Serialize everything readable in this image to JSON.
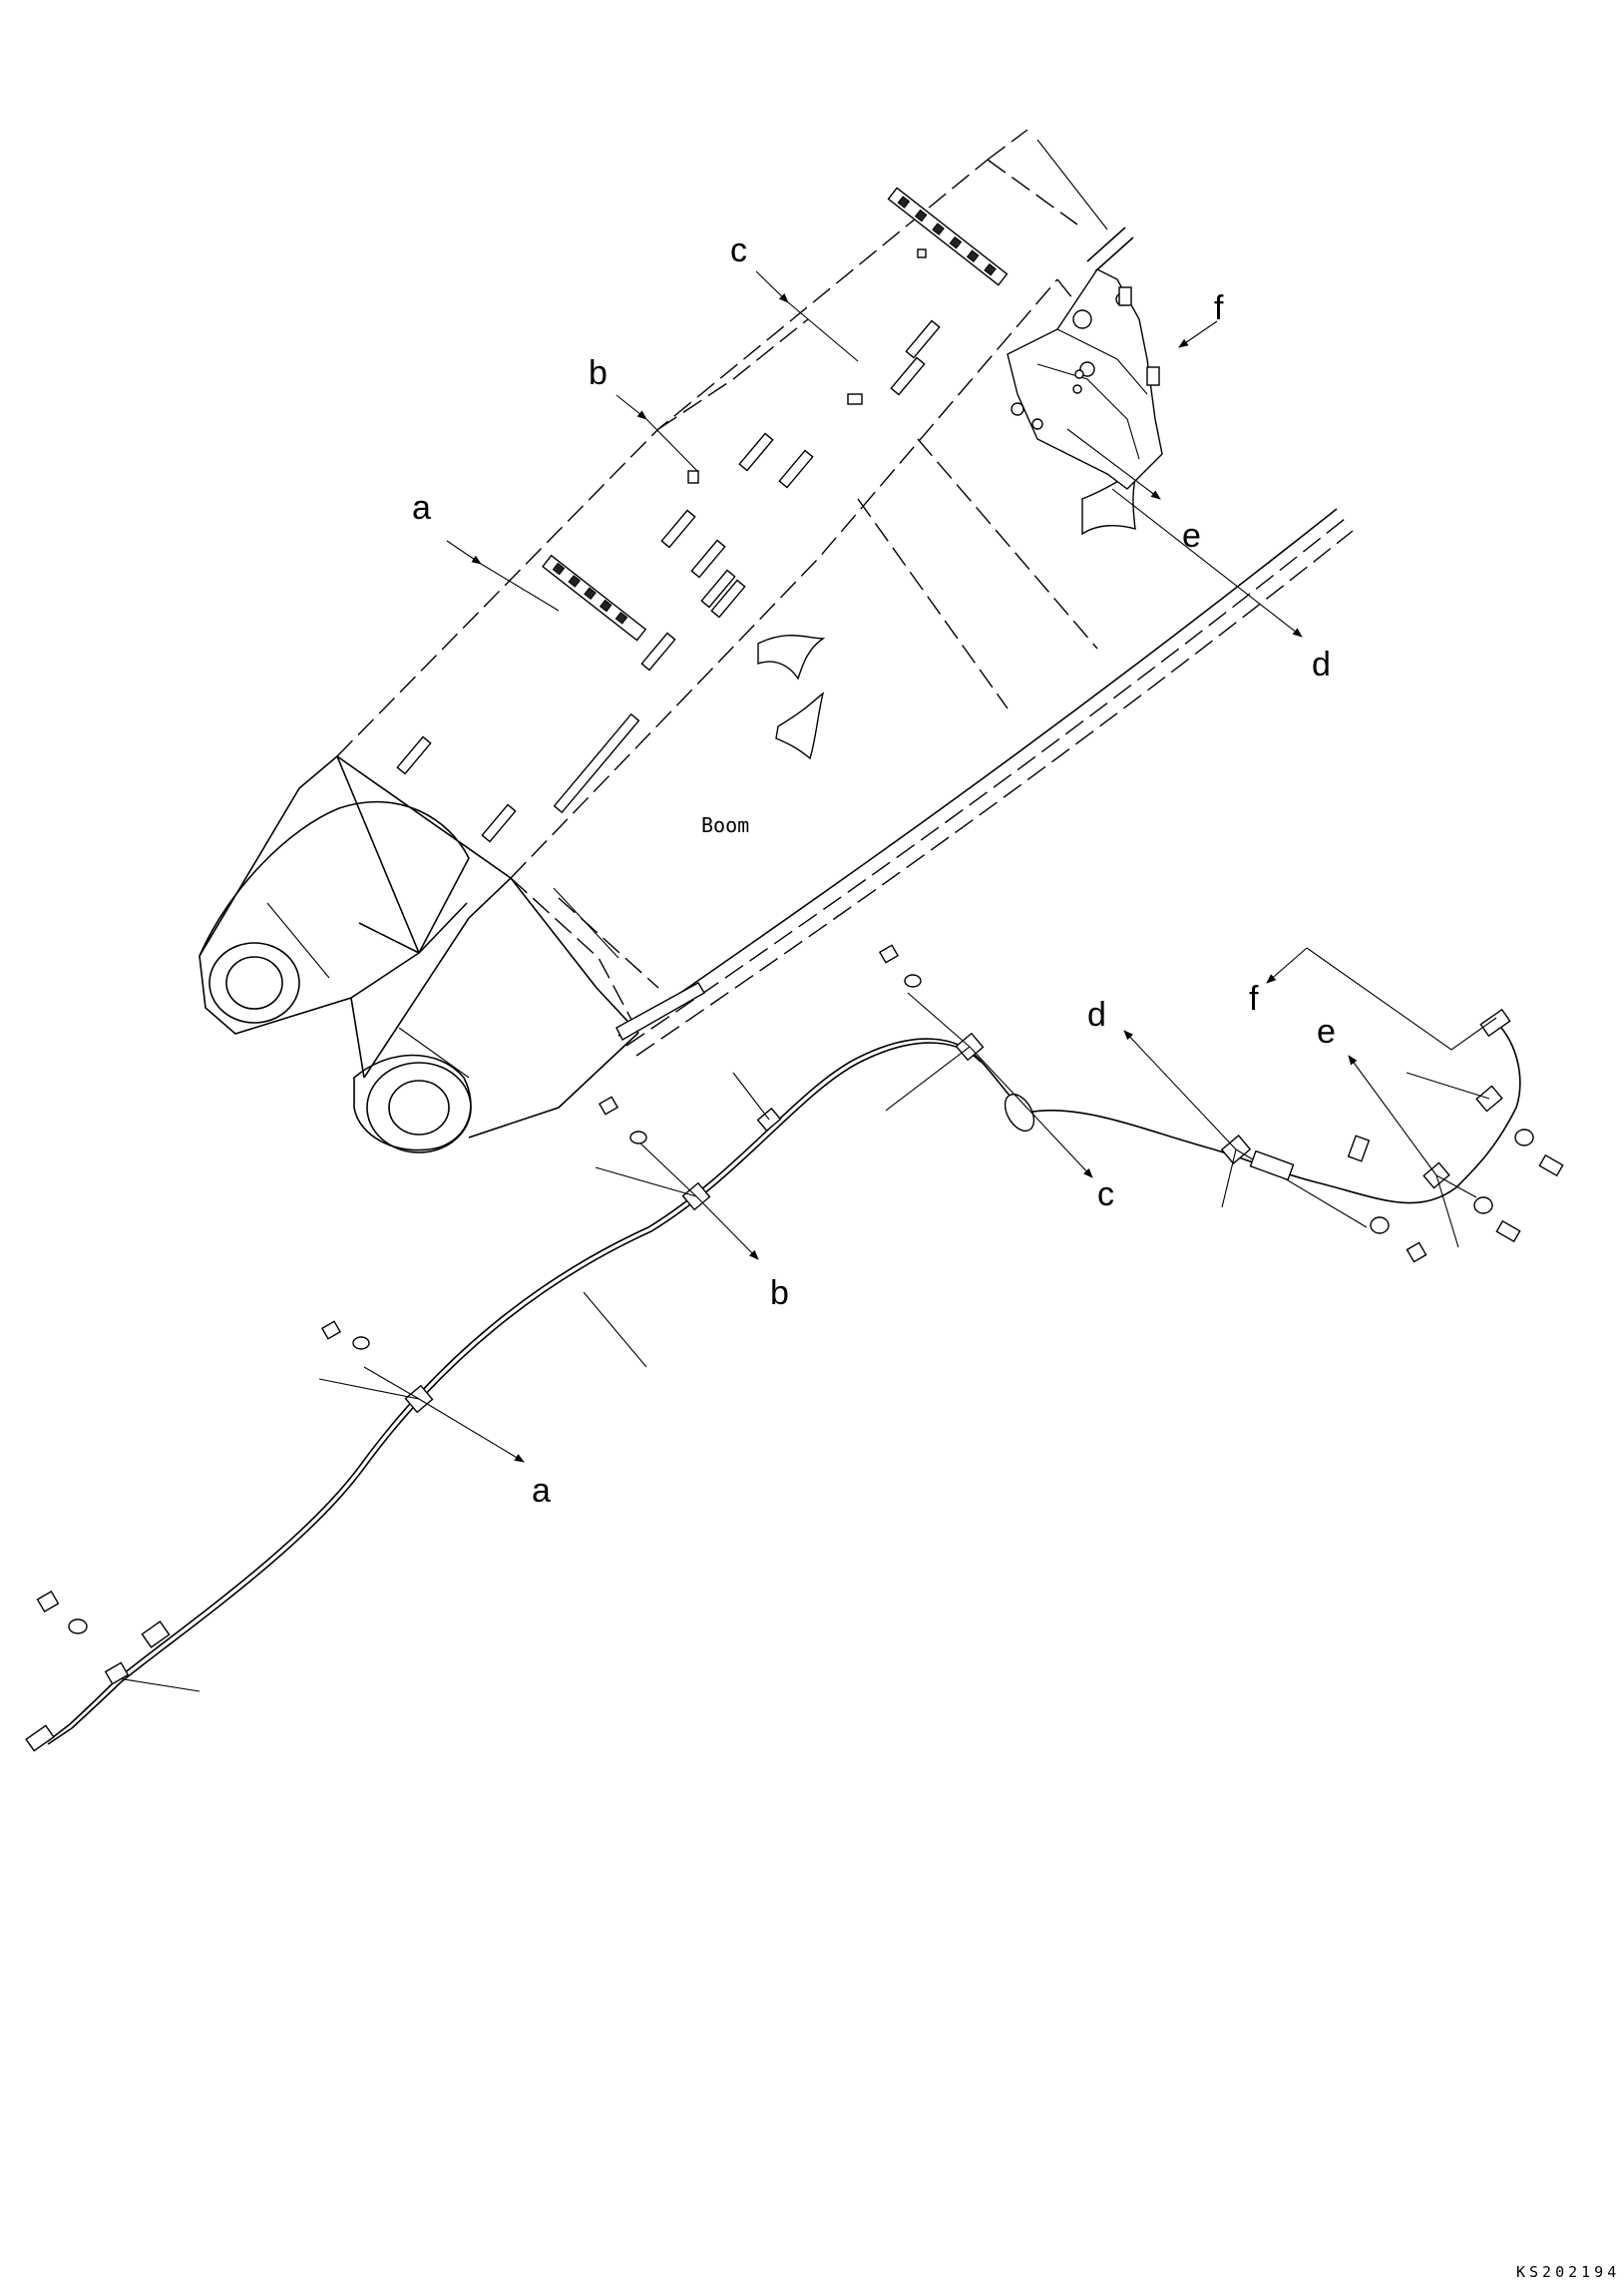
{
  "drawing": {
    "part_label": "Boom",
    "drawing_code": "KS202194",
    "callouts": {
      "a": "a",
      "b": "b",
      "c": "c",
      "d": "d",
      "e": "e",
      "f": "f"
    }
  }
}
